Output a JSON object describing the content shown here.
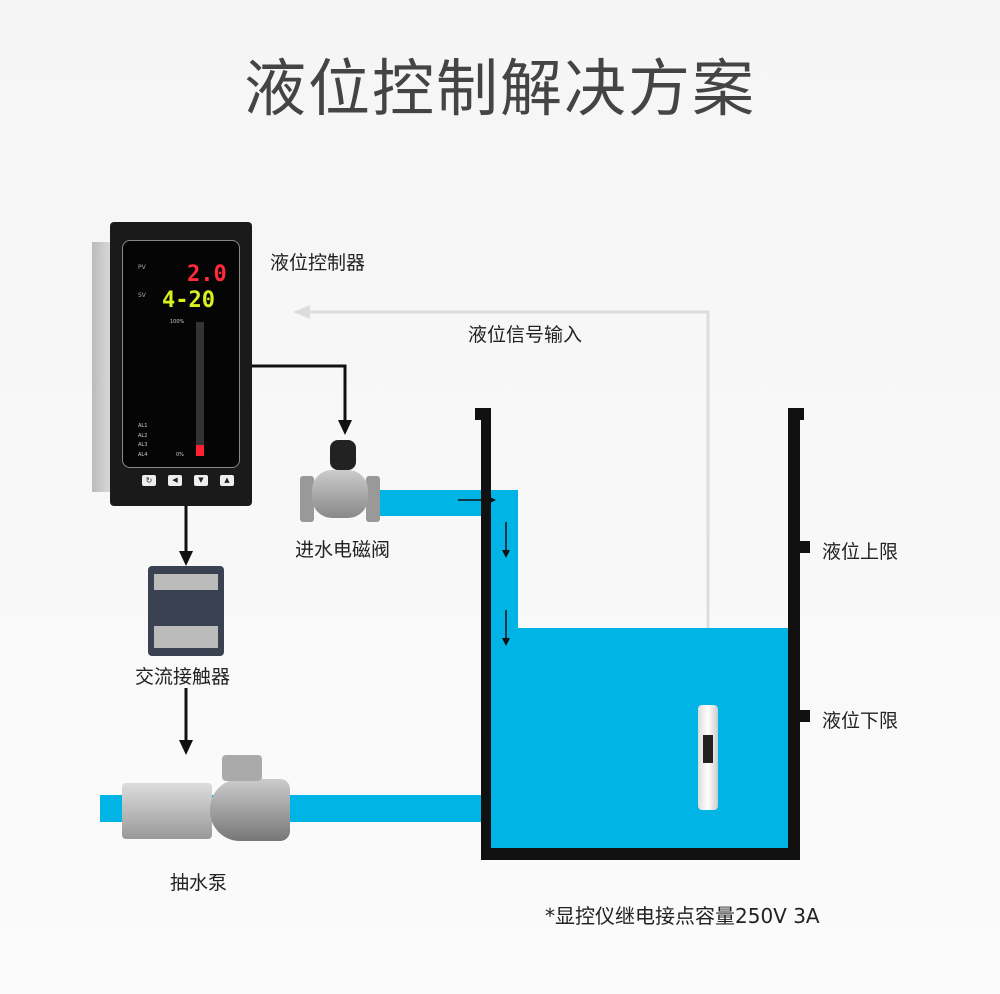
{
  "title": "液位控制解决方案",
  "controller": {
    "label": "液位控制器",
    "pv_tag": "PV",
    "sv_tag": "SV",
    "pv_value": "2.0",
    "sv_value": "4-20",
    "scale_top": "100%",
    "scale_bottom": "0%",
    "alarms": [
      "AL1",
      "AL2",
      "AL3",
      "AL4"
    ],
    "bar_level_percent": 8
  },
  "signal_label": "液位信号输入",
  "valve_label": "进水电磁阀",
  "contactor_label": "交流接触器",
  "pump_label": "抽水泵",
  "upper_limit_label": "液位上限",
  "lower_limit_label": "液位下限",
  "note": "*显控仪继电接点容量250V 3A",
  "colors": {
    "water": "#00b4e6",
    "wall": "#111111",
    "signal": "#dddddd"
  }
}
